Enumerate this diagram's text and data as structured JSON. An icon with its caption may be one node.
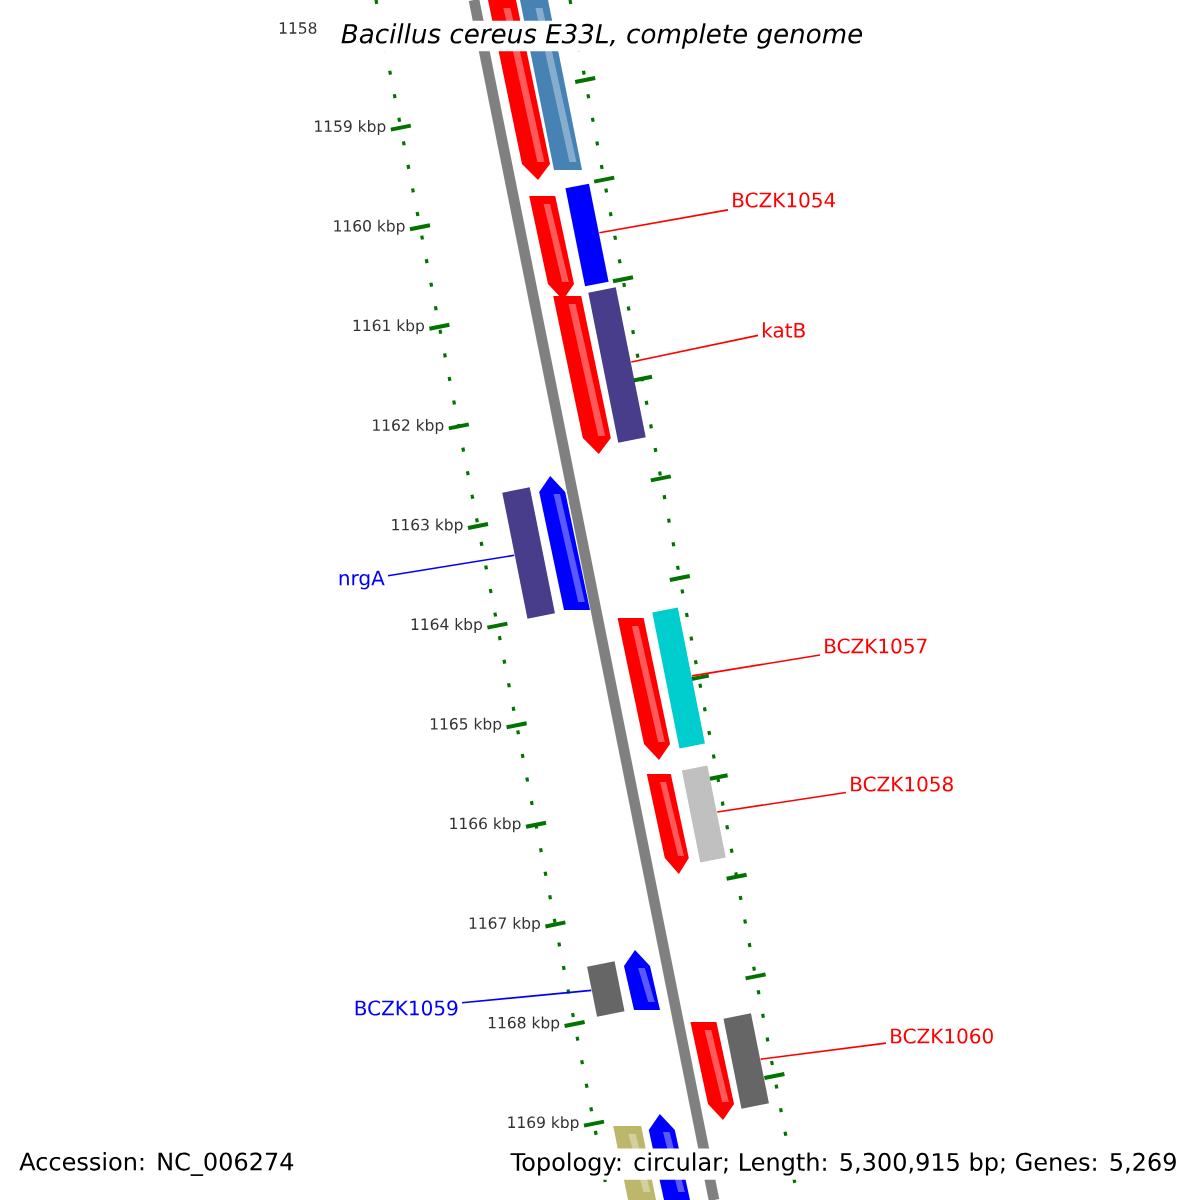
{
  "diagram": {
    "title": "Bacillus cereus E33L, complete genome",
    "nodes": [
      {
        "text": [
          "BCZK1054"
        ]
      },
      {
        "text": [
          "katB"
        ]
      },
      {
        "text": [
          "nrgA"
        ]
      },
      {
        "text": [
          "BCZK1057"
        ]
      },
      {
        "text": [
          "BCZK1058"
        ]
      },
      {
        "text": [
          "BCZK1059"
        ]
      },
      {
        "text": [
          "BCZK1060"
        ]
      },
      {
        "text": [],
        "shape": "bar"
      },
      {
        "text": [],
        "shape": "bar"
      },
      {
        "text": [],
        "shape": "bar"
      },
      {
        "text": [],
        "shape": "bar"
      },
      {
        "text": [],
        "shape": "bar"
      },
      {
        "text": [],
        "shape": "bar"
      },
      {
        "text": [],
        "shape": "bar"
      }
    ],
    "edges": [
      {
        "from": 0,
        "to": 7,
        "arrow": "none"
      },
      {
        "from": 1,
        "to": 8,
        "arrow": "none"
      },
      {
        "from": 2,
        "to": 9,
        "arrow": "none",
        "color": "#0000ff"
      },
      {
        "from": 3,
        "to": 10,
        "arrow": "none"
      },
      {
        "from": 4,
        "to": 11,
        "arrow": "none"
      },
      {
        "from": 5,
        "to": 12,
        "arrow": "none",
        "color": "#0000ff"
      },
      {
        "from": 6,
        "to": 13,
        "arrow": "none"
      }
    ],
    "labels": [
      "1158",
      "1159 kbp",
      "1160 kbp",
      "1161 kbp",
      "1162 kbp",
      "1163 kbp",
      "1164 kbp",
      "1165 kbp",
      "1166 kbp",
      "1167 kbp",
      "1168 kbp",
      "1169 kbp",
      "Accession: NC_006274",
      "Topology: circular; Length: 5,300,915 bp; Genes: 5,269"
    ]
  }
}
